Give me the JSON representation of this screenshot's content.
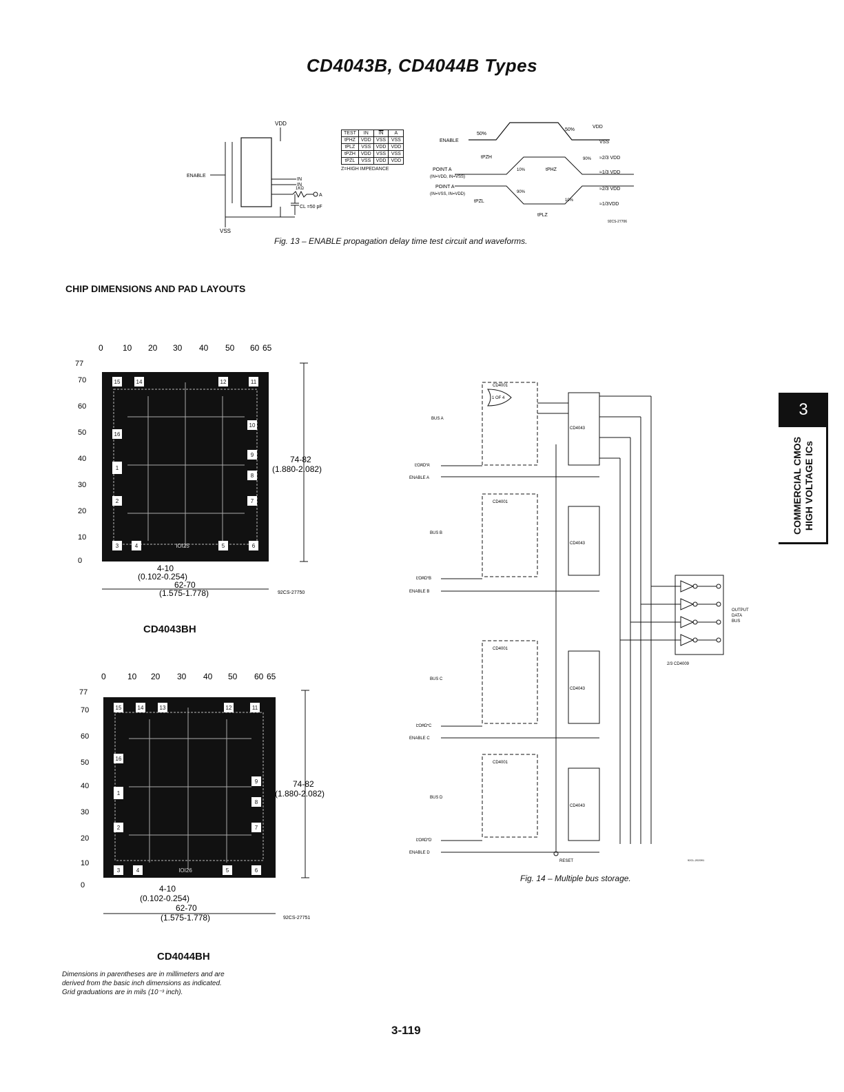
{
  "header": {
    "title": "CD4043B, CD4044B Types"
  },
  "fig13": {
    "caption": "Fig. 13 – ENABLE propagation delay time test circuit and waveforms.",
    "vdd": "VDD",
    "vss": "VSS",
    "enable": "ENABLE",
    "resistor": "1KΩ",
    "cap": "CL =50 pF",
    "pin_in": "IN",
    "pin_inbar": "IN",
    "out_a": "A",
    "table_header": [
      "TEST",
      "IN",
      "IN",
      "A"
    ],
    "table_rows": [
      [
        "tPHZ",
        "VDD",
        "VSS",
        "VSS"
      ],
      [
        "tPLZ",
        "VSS",
        "VDD",
        "VDD"
      ],
      [
        "tPZH",
        "VDD",
        "VSS",
        "VSS"
      ],
      [
        "tPZL",
        "VSS",
        "VDD",
        "VDD"
      ]
    ],
    "table_note": "Z=HIGH IMPEDANCE",
    "wave_enable": "ENABLE",
    "wave_50a": "50%",
    "wave_50b": "50%",
    "point_a1": "POINT A",
    "point_a1_sub": "(IN=VDD, IN=VSS)",
    "point_a2": "POINT A",
    "point_a2_sub": "(IN=VSS, IN=VDD)",
    "tpzh": "tPZH",
    "tphz": "tPHZ",
    "tpzl": "tPZL",
    "tplz": "tPLZ",
    "pct10": "10%",
    "pct90a": "90%",
    "pct90b": "90%",
    "pct10b": "10%",
    "lvl1": "≈2/3 VDD",
    "lvl2": "≈1/3 VDD",
    "lvl3": "≈2/3 VDD",
    "lvl4": "≈1/3VDD",
    "code": "92CS-27706"
  },
  "section_title": "CHIP DIMENSIONS AND PAD LAYOUTS",
  "chips": [
    {
      "name": "CD4043BH",
      "x_ticks": [
        "0",
        "10",
        "20",
        "30",
        "40",
        "50",
        "60",
        "65"
      ],
      "y_ticks": [
        "77",
        "70",
        "60",
        "50",
        "40",
        "30",
        "20",
        "10",
        "0"
      ],
      "height_dim": "74-82",
      "height_mm": "(1.880-2.082)",
      "pad_dim": "4-10",
      "pad_mm": "(0.102-0.254)",
      "width_dim": "62-70",
      "width_mm": "(1.575-1.778)",
      "code": "92CS-27750",
      "pads": [
        "15",
        "14",
        "12",
        "11",
        "10",
        "16",
        "9",
        "1",
        "8",
        "2",
        "7",
        "3",
        "4",
        "5",
        "6"
      ],
      "die_mark": "IOI25"
    },
    {
      "name": "CD4044BH",
      "x_ticks": [
        "0",
        "10",
        "20",
        "30",
        "40",
        "50",
        "60",
        "65"
      ],
      "y_ticks": [
        "77",
        "70",
        "60",
        "50",
        "40",
        "30",
        "20",
        "10",
        "0"
      ],
      "height_dim": "74-82",
      "height_mm": "(1.880-2.082)",
      "pad_dim": "4-10",
      "pad_mm": "(0.102-0.254)",
      "width_dim": "62-70",
      "width_mm": "(1.575-1.778)",
      "code": "92CS-27751",
      "pads": [
        "15",
        "14",
        "13",
        "12",
        "11",
        "16",
        "9",
        "1",
        "8",
        "2",
        "7",
        "3",
        "4",
        "5",
        "6"
      ],
      "die_mark": "IOI26"
    }
  ],
  "fig14": {
    "caption": "Fig. 14 – Multiple bus storage.",
    "gate": "CD4001",
    "decoder": "1 OF 4",
    "latch": "CD4043",
    "buses": [
      "BUS A",
      "BUS B",
      "BUS C",
      "BUS D"
    ],
    "loads": [
      "LOAD A",
      "LOAD B",
      "LOAD C",
      "LOAD D"
    ],
    "enables": [
      "ENABLE A",
      "ENABLE B",
      "ENABLE C",
      "ENABLE D"
    ],
    "reset": "RESET",
    "buffer": "2/3 CD4009",
    "output": [
      "OUTPUT",
      "DATA",
      "BUS"
    ],
    "code": "92CL-202091"
  },
  "footnote": [
    "Dimensions in parentheses are in millimeters and are",
    "derived from the basic inch dimensions as indicated.",
    "Grid graduations are in mils (10⁻³ inch)."
  ],
  "page_number": "3-119",
  "side_tab": {
    "number": "3",
    "line1": "COMMERCIAL CMOS",
    "line2": "HIGH VOLTAGE ICs"
  }
}
